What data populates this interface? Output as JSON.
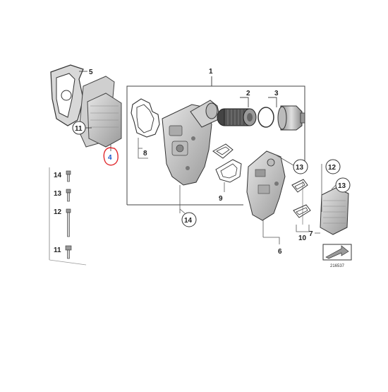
{
  "diagram": {
    "callouts": {
      "c1": "1",
      "c2": "2",
      "c3": "3",
      "c4": "4",
      "c5": "5",
      "c6": "6",
      "c7": "7",
      "c8": "8",
      "c9": "9",
      "c10": "10",
      "c11": "11",
      "c12a": "12",
      "c12b": "12",
      "c13a": "13",
      "c13b": "13",
      "c13c": "13",
      "c14a": "14",
      "c14b": "14",
      "c11b": "11"
    },
    "diagram_number": "216537",
    "colors": {
      "highlight": "#e0282c",
      "callout_highlight": "#1a56c8",
      "part_fill": "#c9c9c9"
    }
  }
}
